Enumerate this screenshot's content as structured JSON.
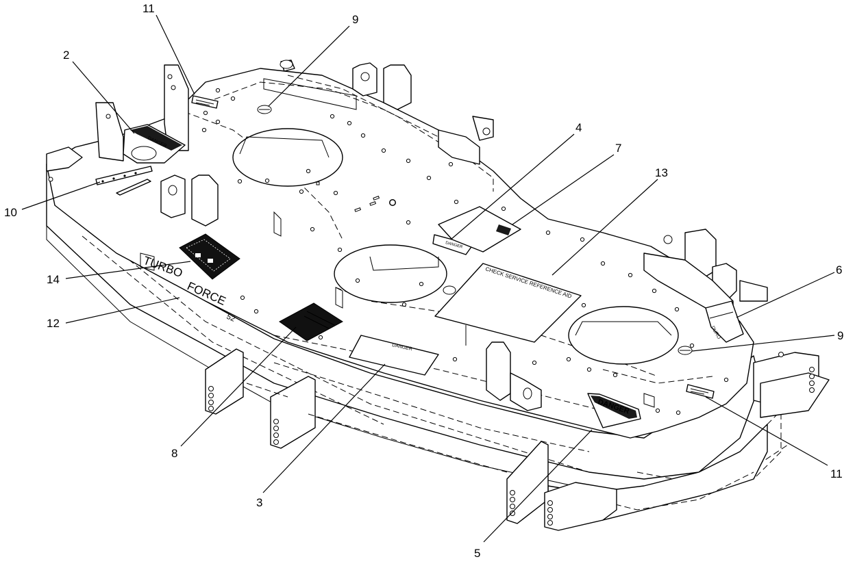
{
  "callouts": {
    "c1": "11",
    "c2": "9",
    "c3": "2",
    "c4": "4",
    "c5": "7",
    "c6": "13",
    "c7": "10",
    "c8": "14",
    "c9": "12",
    "c10": "6",
    "c11": "9",
    "c12": "8",
    "c13": "3",
    "c14": "5",
    "c15": "11"
  },
  "decals": {
    "danger_left": "DANGER",
    "danger_center": "DANGER",
    "danger_small": "DANGER",
    "danger_large": "DANGER",
    "check_service": "CHECK SERVICE REFERENCE AID",
    "brand_word1": "TURBO",
    "brand_word2": "FORCE",
    "brand_size": "52",
    "belt_label": "DURO"
  },
  "colors": {
    "line": "#000000",
    "fill": "#ffffff",
    "decal_dark": "#1a1a1a"
  }
}
